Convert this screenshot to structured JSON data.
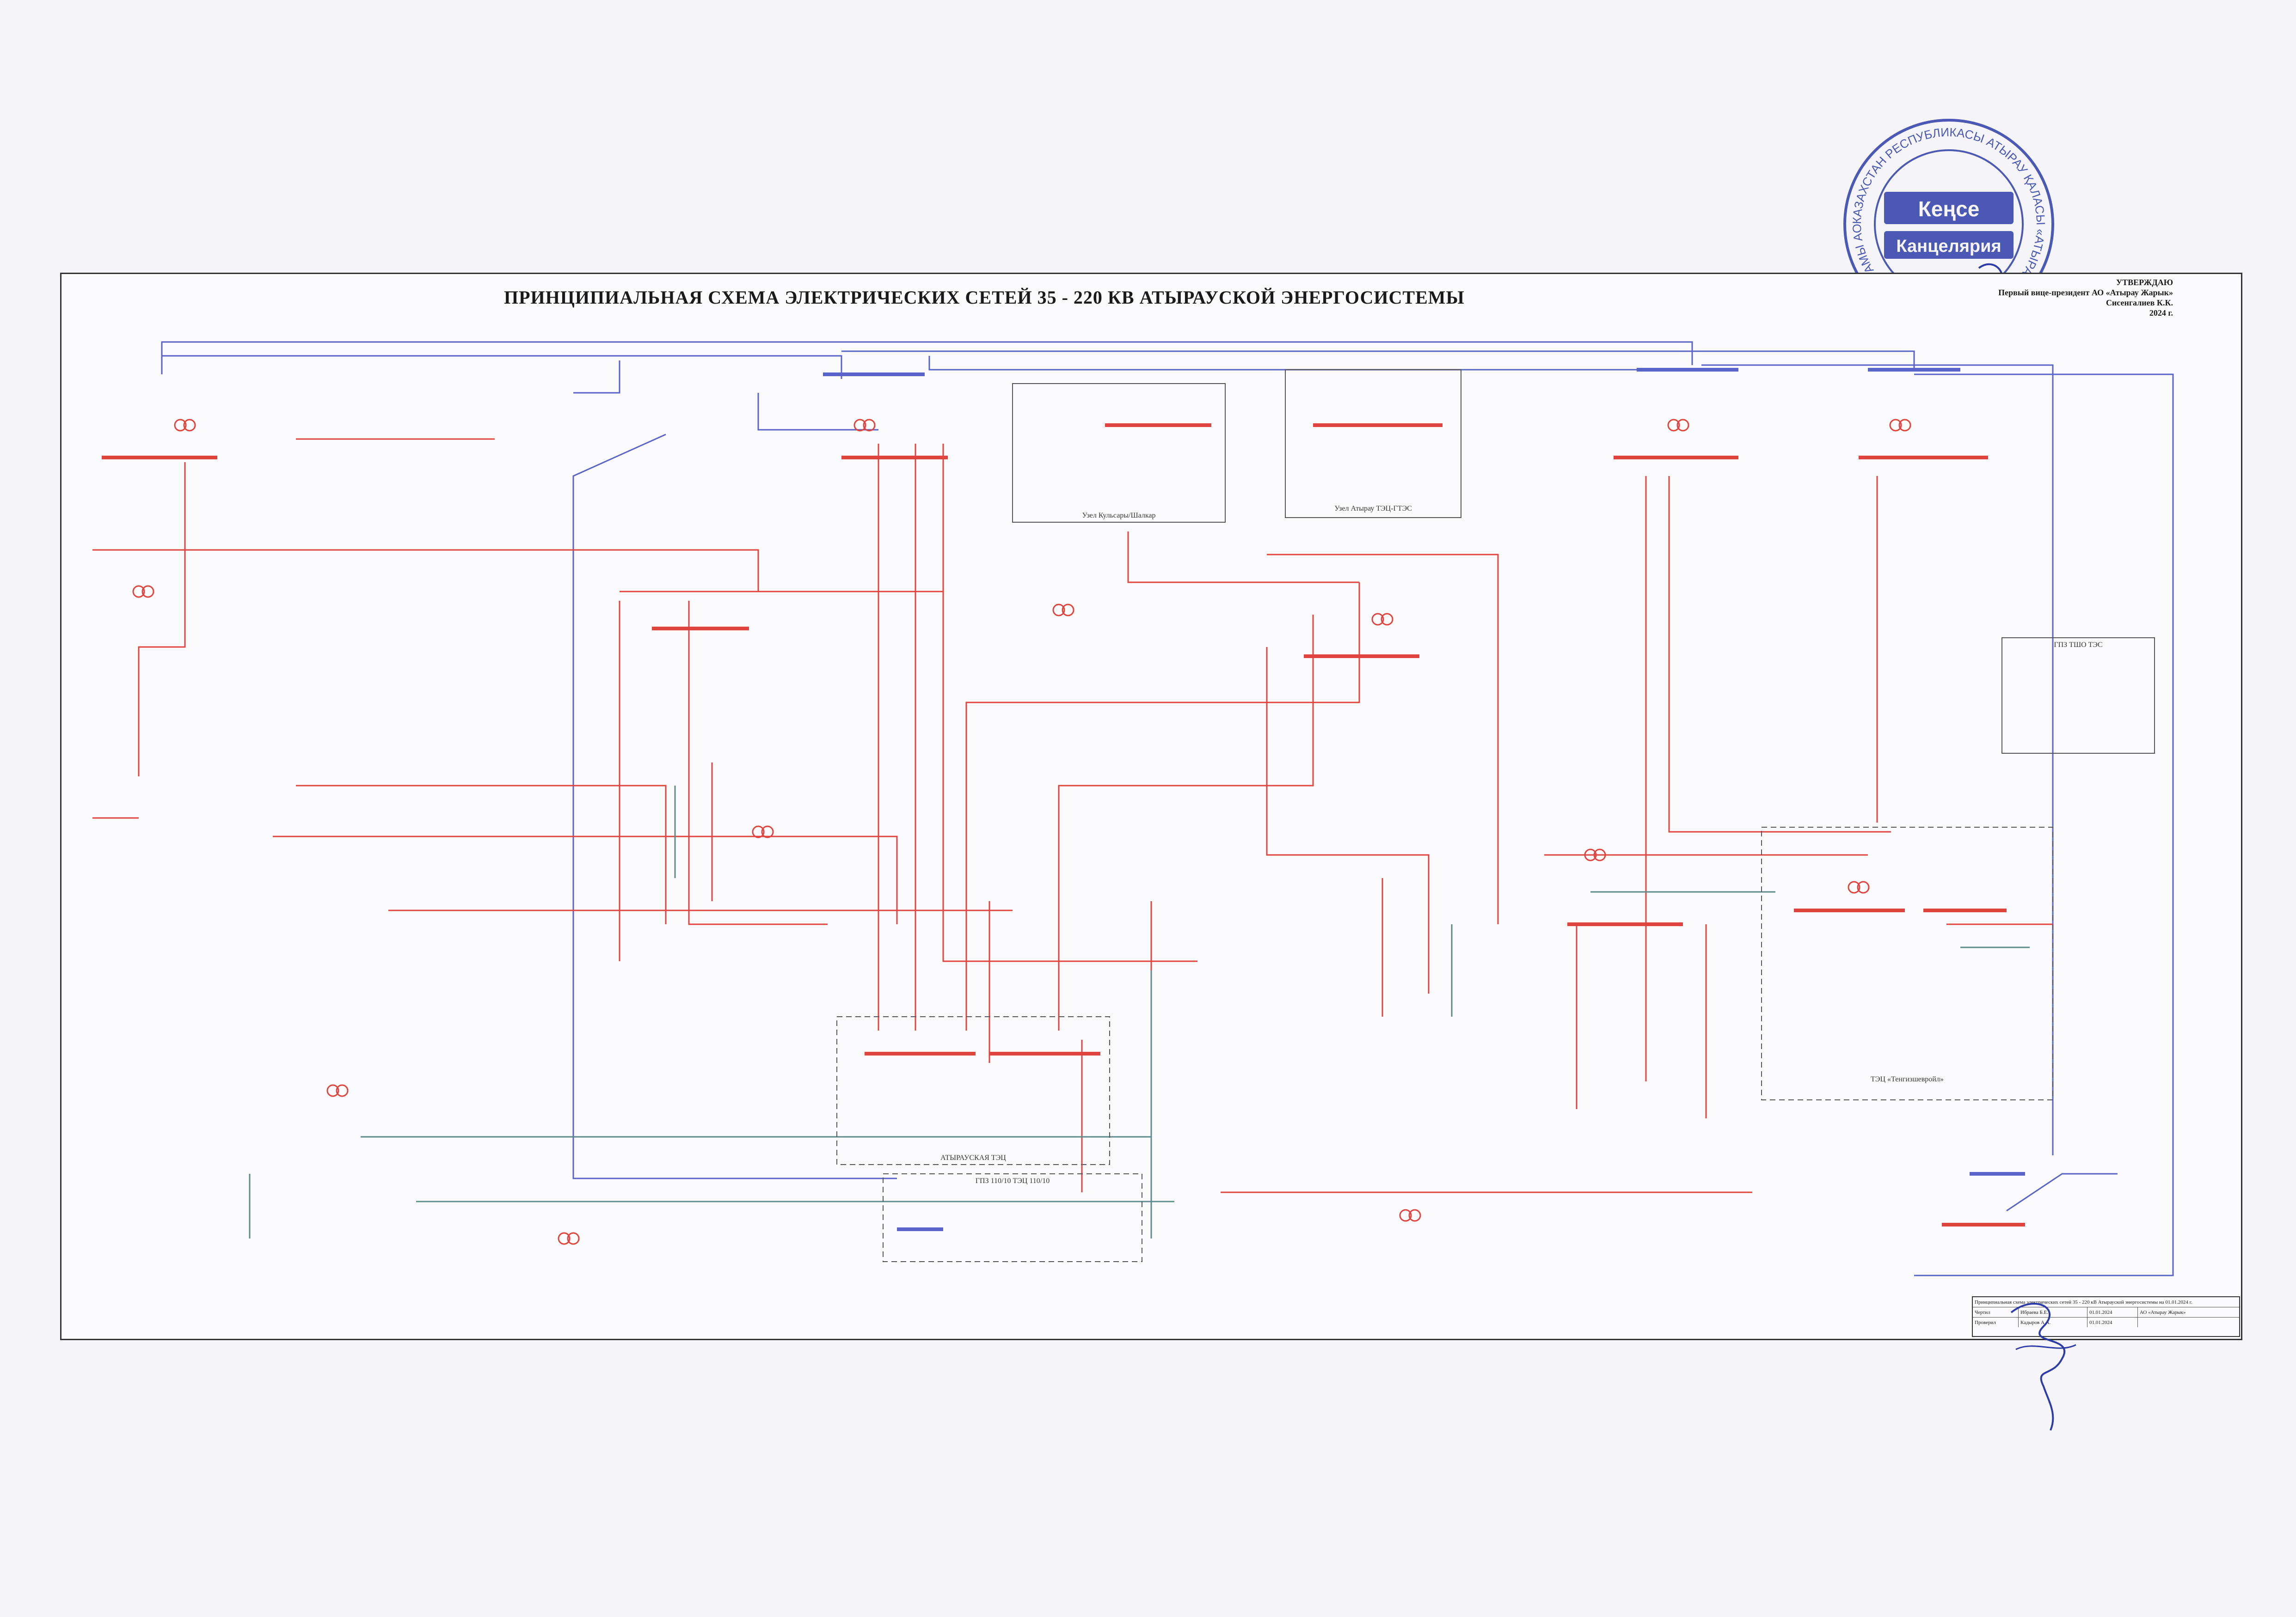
{
  "title": "ПРИНЦИПИАЛЬНАЯ СХЕМА ЭЛЕКТРИЧЕСКИХ СЕТЕЙ  35 - 220 КВ АТЫРАУСКОЙ ЭНЕРГОСИСТЕМЫ",
  "approval": {
    "heading": "УТВЕРЖДАЮ",
    "position": "Первый вице-президент АО «Атырау Жарык»",
    "name": "Сисенгалиев К.К.",
    "year": "2024 г."
  },
  "stamp": {
    "center_line1": "Кеңсе",
    "center_line2": "Канцелярия",
    "ring_text": "КАЗАХСТАН РЕСПУБЛИКАСЫ АТЫРАУ ҚАЛАСЫ «АТЫРАУ ЖАРЫҚ» АКЦИОНЕРЛІК ҚОҒАМЫ АО «АТЫРАУ ЖАРЫК»"
  },
  "boxes": {
    "box1": "Узел Кульсары/Шалкар",
    "box2": "Узел Атырау ТЭЦ-ГТЭС",
    "box3": "ГПЗ ТШО ТЭС",
    "box4": "ТЭЦ «Тенгизшевройл»",
    "box5": "АТЫРАУСКАЯ ТЭЦ",
    "box6": "ГПЗ 110/10  ТЭЦ 110/10"
  },
  "title_block": {
    "r1": "Принципиальная схема электрических сетей 35 - 220 кВ Атырауской энергосистемы на 01.01.2024 г.",
    "r2c1": "Чертил",
    "r2c2": "Ибраева Б.Е.",
    "r2c3": "01.01.2024",
    "r2c4": "АО «Атырау Жарык»",
    "r3c1": "Проверил",
    "r3c2": "Кадыров А.А.",
    "r3c3": "01.01.2024"
  },
  "colors": {
    "line_220": "#5a63c8",
    "line_110": "#e0443e",
    "line_35": "#5d8a8a",
    "stamp": "#2d3ca8"
  }
}
